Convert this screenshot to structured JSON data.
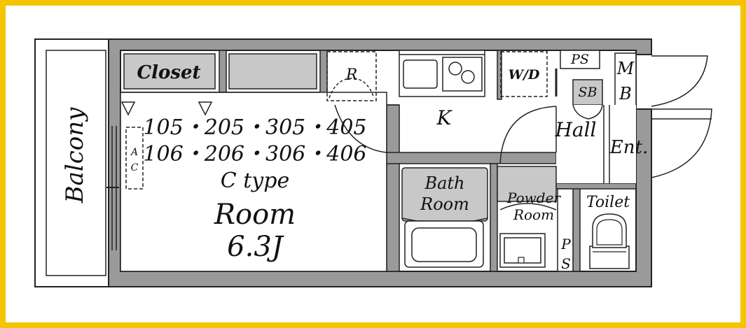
{
  "colors": {
    "frame": "#f5c400",
    "wall": "#9a9a9a",
    "fixture_fill": "#c8c8c8",
    "line": "#222222"
  },
  "labels": {
    "balcony": "Balcony",
    "closet": "Closet",
    "refrigerator": "R",
    "washer_dryer": "W/D",
    "pipe_space_top": "PS",
    "shoe_box": "SB",
    "meter_box_m": "M",
    "meter_box_b": "B",
    "kitchen": "K",
    "hall": "Hall",
    "entrance": "Ent.",
    "air_conditioner_a": "A",
    "air_conditioner_c": "C",
    "unit_numbers_row1": "105・205・305・405",
    "unit_numbers_row2": "106・206・306・406",
    "type": "C type",
    "room": "Room",
    "room_size": "6.3J",
    "bath_line1": "Bath",
    "bath_line2": "Room",
    "powder_line1": "Powder",
    "powder_line2": "Room",
    "toilet": "Toilet",
    "pipe_space_p": "P",
    "pipe_space_s": "S"
  }
}
